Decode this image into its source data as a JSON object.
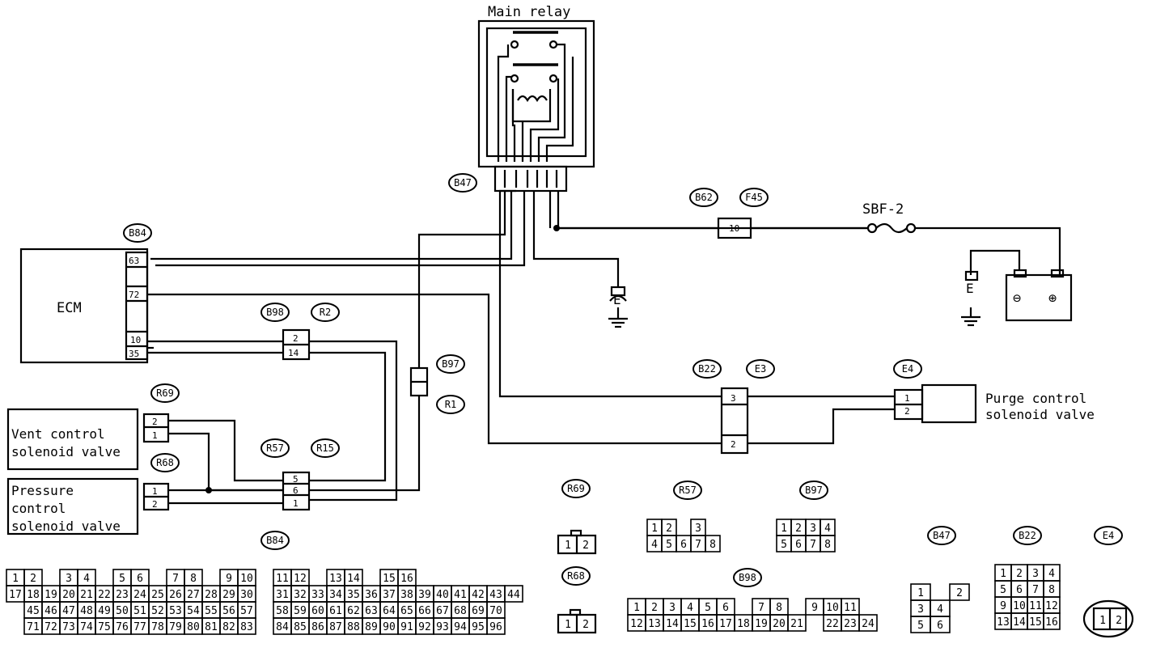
{
  "title": "Main relay",
  "components": {
    "ecm": "ECM",
    "vent_valve": [
      "Vent control",
      "solenoid valve"
    ],
    "pressure_valve": [
      "Pressure",
      "control",
      "solenoid valve"
    ],
    "purge_valve": [
      "Purge control",
      "solenoid valve"
    ],
    "fuse": "SBF-2",
    "ground": "E",
    "battery_neg": "⊖",
    "battery_pos": "⊕"
  },
  "tags": {
    "b47": "B47",
    "b84": "B84",
    "b98": "B98",
    "r2": "R2",
    "b97": "B97",
    "r1": "R1",
    "r69": "R69",
    "r68": "R68",
    "r57": "R57",
    "r15": "R15",
    "b62": "B62",
    "f45": "F45",
    "b22": "B22",
    "e3": "E3",
    "e4": "E4"
  },
  "pins": {
    "ecm": [
      "63",
      "72",
      "10",
      "35"
    ],
    "b98": [
      "2",
      "14"
    ],
    "r57": [
      "5",
      "6",
      "1"
    ],
    "r69": [
      "2",
      "1"
    ],
    "r68": [
      "1",
      "2"
    ],
    "b22": [
      "3",
      "2"
    ],
    "e4": [
      "1",
      "2"
    ],
    "b62": "10"
  },
  "connector_views": {
    "r69": {
      "tag": "R69",
      "rows": [
        [
          "1",
          "2"
        ]
      ]
    },
    "r68": {
      "tag": "R68",
      "rows": [
        [
          "1",
          "2"
        ]
      ]
    },
    "r57": {
      "tag": "R57",
      "rows": [
        [
          "1",
          "2",
          "",
          "3"
        ],
        [
          "4",
          "5",
          "6",
          "7",
          "8"
        ]
      ]
    },
    "b97": {
      "tag": "B97",
      "rows": [
        [
          "1",
          "2",
          "3",
          "4"
        ],
        [
          "5",
          "6",
          "7",
          "8"
        ]
      ]
    },
    "b47": {
      "tag": "B47",
      "rows": [
        [
          "1",
          "",
          "2"
        ],
        [
          "3",
          "4"
        ],
        [
          "5",
          "6"
        ]
      ]
    },
    "b22": {
      "tag": "B22",
      "rows": [
        [
          "1",
          "2",
          "3",
          "4"
        ],
        [
          "5",
          "6",
          "7",
          "8"
        ],
        [
          "9",
          "10",
          "11",
          "12"
        ],
        [
          "13",
          "14",
          "15",
          "16"
        ]
      ]
    },
    "e4": {
      "tag": "E4",
      "rows": [
        [
          "1",
          "2"
        ]
      ]
    },
    "b98": {
      "tag": "B98",
      "rows": [
        [
          "1",
          "2",
          "3",
          "4",
          "5",
          "6",
          "",
          "7",
          "8",
          "",
          "9",
          "10",
          "11"
        ],
        [
          "12",
          "13",
          "14",
          "15",
          "16",
          "17",
          "18",
          "19",
          "20",
          "21",
          "",
          "22",
          "23",
          "24"
        ]
      ]
    },
    "b84": {
      "tag": "B84",
      "rows": [
        [
          "1",
          "2",
          "",
          "3",
          "4",
          "",
          "5",
          "6",
          "",
          "7",
          "8",
          "",
          "9",
          "10",
          "",
          "11",
          "12",
          "",
          "13",
          "14",
          "",
          "15",
          "16"
        ],
        [
          "17",
          "18",
          "19",
          "20",
          "21",
          "22",
          "23",
          "24",
          "25",
          "26",
          "27",
          "28",
          "29",
          "30",
          "",
          "31",
          "32",
          "33",
          "34",
          "35",
          "36",
          "37",
          "38",
          "39",
          "40",
          "41",
          "42",
          "43",
          "44"
        ],
        [
          "45",
          "46",
          "47",
          "48",
          "49",
          "50",
          "51",
          "52",
          "53",
          "54",
          "55",
          "56",
          "57",
          "",
          "58",
          "59",
          "60",
          "61",
          "62",
          "63",
          "64",
          "65",
          "66",
          "67",
          "68",
          "69",
          "70"
        ],
        [
          "71",
          "72",
          "73",
          "74",
          "75",
          "76",
          "77",
          "78",
          "79",
          "80",
          "81",
          "82",
          "83",
          "",
          "84",
          "85",
          "86",
          "87",
          "88",
          "89",
          "90",
          "91",
          "92",
          "93",
          "94",
          "95",
          "96"
        ]
      ]
    }
  }
}
